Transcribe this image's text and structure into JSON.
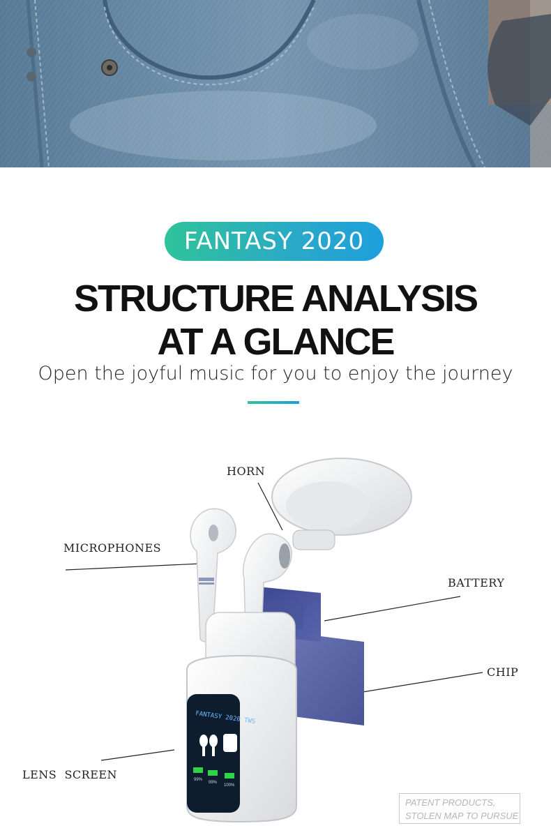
{
  "badge": {
    "text": "FANTASY 2020"
  },
  "headline": {
    "line1": "STRUCTURE ANALYSIS",
    "line2": "AT A GLANCE"
  },
  "subtitle": "Open the joyful music for you to enjoy the journey",
  "labels": {
    "horn": "HORN",
    "microphones": "MICROPHONES",
    "battery": "BATTERY",
    "chip": "CHIP",
    "lens_screen": "LENS  SCREEN"
  },
  "screen": {
    "title": "FANTASY 2020 TWS",
    "left_pct": "99%",
    "right_pct": "99%",
    "case_pct": "100%"
  },
  "patent": {
    "line1": "PATENT PRODUCTS,",
    "line2": "STOLEN MAP TO PURSUE"
  },
  "colors": {
    "badge_start": "#2fc39a",
    "badge_end": "#1d9fdc",
    "chip_blue": "#5b67a8",
    "battery_blue": "#3e4a9a"
  }
}
